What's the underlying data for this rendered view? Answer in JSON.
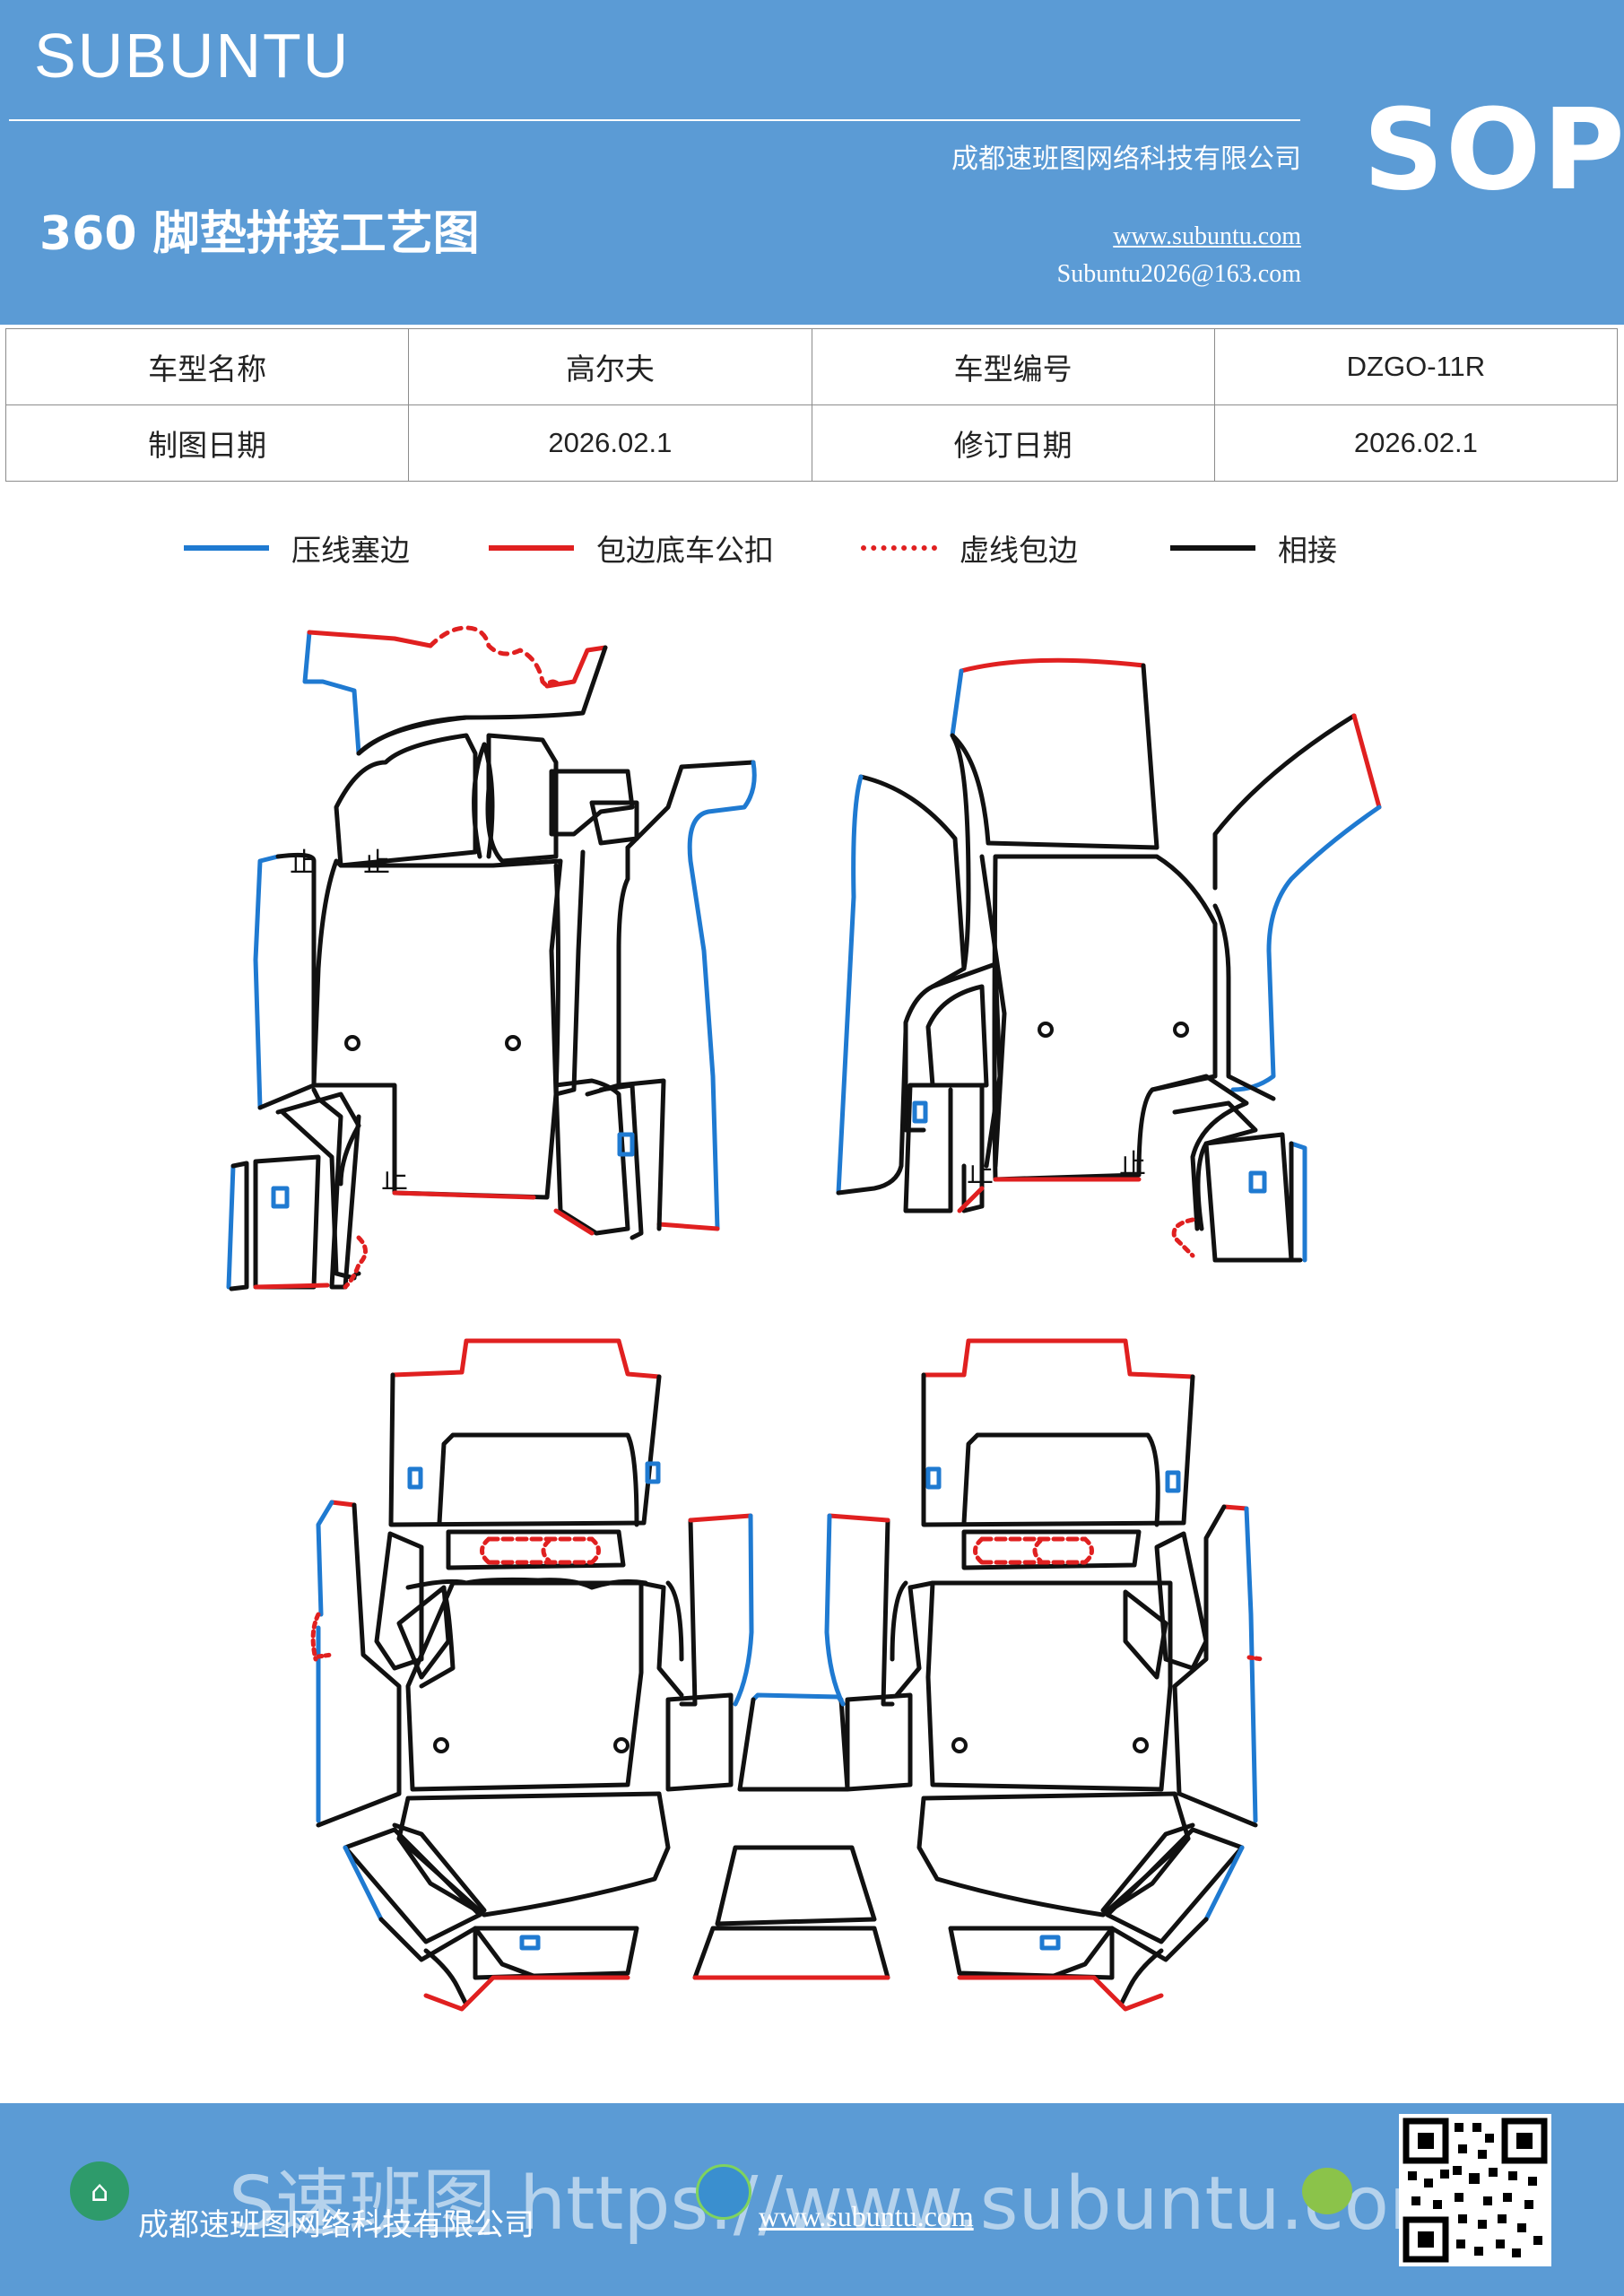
{
  "header": {
    "brand": "SUBUNTU",
    "subtitle": "360 脚垫拼接工艺图",
    "company": "成都速班图网络科技有限公司",
    "website": "www.subuntu.com",
    "email": "Subuntu2026@163.com",
    "badge": "SOP"
  },
  "info": {
    "model_name_label": "车型名称",
    "model_name": "高尔夫",
    "model_code_label": "车型编号",
    "model_code": "DZGO-11R",
    "draw_date_label": "制图日期",
    "draw_date": "2026.02.1",
    "revise_date_label": "修订日期",
    "revise_date": "2026.02.1"
  },
  "legend": [
    {
      "label": "压线塞边",
      "color": "#1f7ad1",
      "style": "solid"
    },
    {
      "label": "包边底车公扣",
      "color": "#e02020",
      "style": "solid"
    },
    {
      "label": "虚线包边",
      "color": "#e02020",
      "style": "dashed"
    },
    {
      "label": "相接",
      "color": "#111111",
      "style": "solid"
    }
  ],
  "footer": {
    "company": "成都速班图网络科技有限公司",
    "website": "www.subuntu.com",
    "watermark": "S速班图 https://www.subuntu.com"
  },
  "colors": {
    "header_bg": "#5b9bd5",
    "blue_edge": "#1f7ad1",
    "red_edge": "#e02020",
    "join_line": "#111111"
  }
}
